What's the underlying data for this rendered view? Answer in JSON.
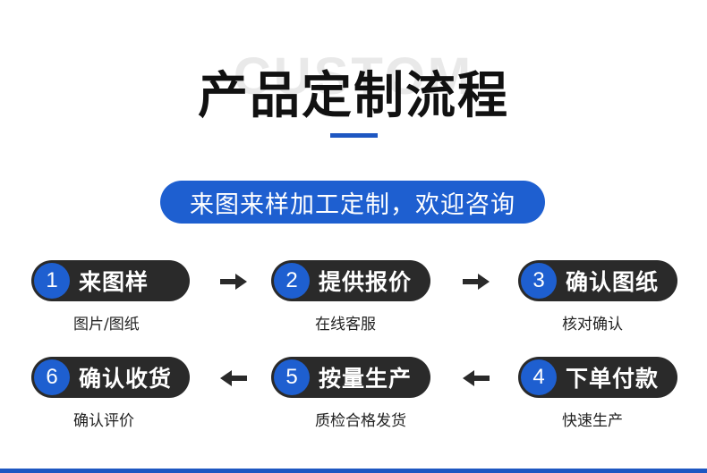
{
  "header": {
    "watermark": "CUSTOM",
    "title": "产品定制流程",
    "subtitle": "来图来样加工定制，欢迎咨询"
  },
  "colors": {
    "accent_blue": "#1e5fd0",
    "pill_dark": "#2a2a2a"
  },
  "steps": [
    {
      "number": "1",
      "label": "来图样",
      "sub": "图片/图纸"
    },
    {
      "number": "2",
      "label": "提供报价",
      "sub": "在线客服"
    },
    {
      "number": "3",
      "label": "确认图纸",
      "sub": "核对确认"
    },
    {
      "number": "4",
      "label": "下单付款",
      "sub": "快速生产"
    },
    {
      "number": "5",
      "label": "按量生产",
      "sub": "质检合格发货"
    },
    {
      "number": "6",
      "label": "确认收货",
      "sub": "确认评价"
    }
  ]
}
